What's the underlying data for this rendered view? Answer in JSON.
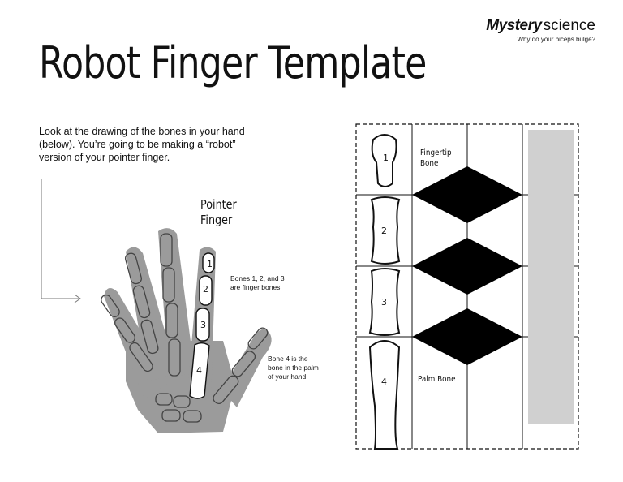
{
  "brand": {
    "logo_bold": "Mystery",
    "logo_light": "science",
    "tagline": "Why do your biceps bulge?"
  },
  "title": "Robot Finger Template",
  "intro": "Look at the drawing of the bones in your hand (below). You’re going to be making a “robot” version of your pointer finger.",
  "hand": {
    "pointer_label_1": "Pointer",
    "pointer_label_2": "Finger",
    "bone_numbers": [
      "1",
      "2",
      "3",
      "4"
    ],
    "bones_note": "Bones 1, 2, and 3 are finger bones.",
    "palm_note": "Bone 4 is the bone in the palm of your hand."
  },
  "template": {
    "fingertip_label_1": "Fingertip",
    "fingertip_label_2": "Bone",
    "palm_label": "Palm Bone",
    "bone_numbers": [
      "1",
      "2",
      "3",
      "4"
    ]
  },
  "colors": {
    "hand_fill": "#9b9b9b",
    "strip_fill": "#d0d0d0",
    "diamond_fill": "#000000"
  }
}
